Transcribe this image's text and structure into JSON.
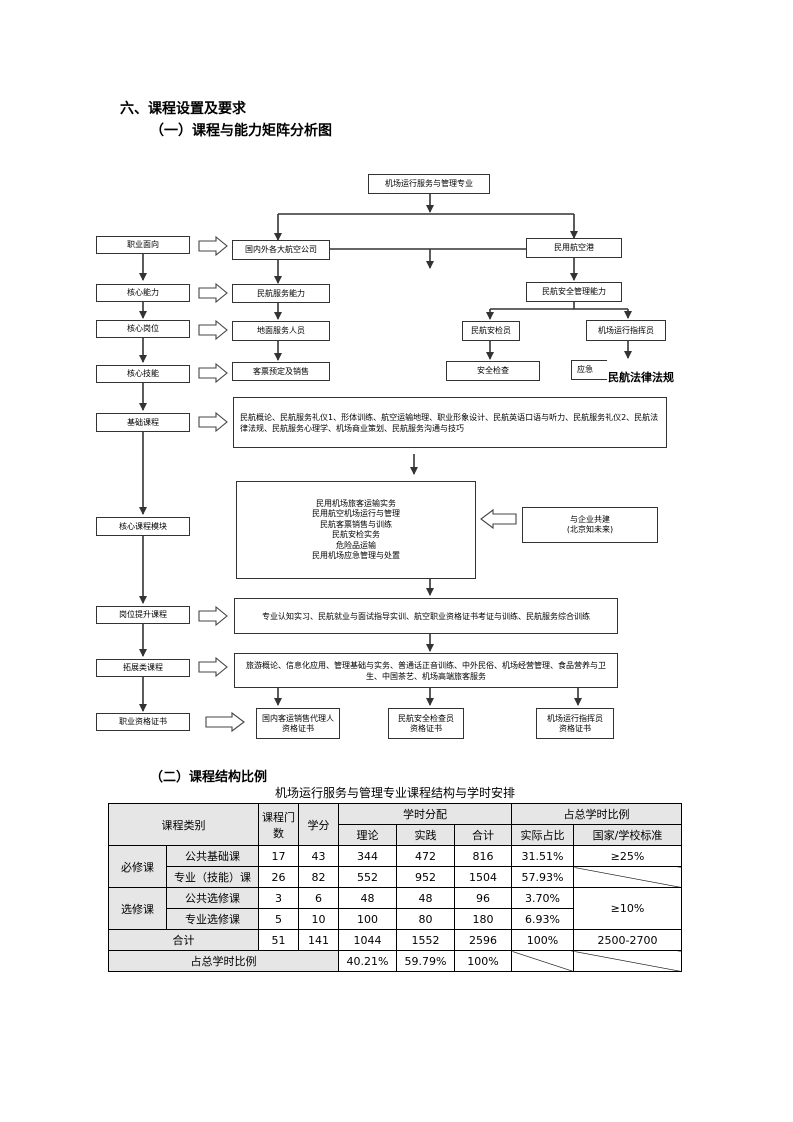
{
  "headings": {
    "section": "六、课程设置及要求",
    "matrix": "（一）课程与能力矩阵分析图",
    "structure": "（二）课程结构比例"
  },
  "flow": {
    "major": "机场运行服务与管理专业",
    "left_labels": [
      "职业面向",
      "核心能力",
      "核心岗位",
      "核心技能",
      "基础课程",
      "核心课程模块",
      "岗位提升课程",
      "拓展类课程",
      "职业资格证书"
    ],
    "orgs": [
      "国内外各大航空公司",
      "民用航空港"
    ],
    "abilities": [
      "民航服务能力",
      "民航安全管理能力"
    ],
    "positions": [
      "地面服务人员",
      "民航安检员",
      "机场运行指挥员"
    ],
    "skills": [
      "客票预定及销售",
      "安全检查",
      "应急"
    ],
    "law_note": "民航法律法规",
    "basic_courses": "民航概论、民航服务礼仪1、形体训练、航空运输地理、职业形象设计、民航英语口语与听力、民航服务礼仪2、民航法律法规、民航服务心理学、机场商业策划、民航服务沟通与技巧",
    "core_courses": [
      "民用机场旅客运输实务",
      "民用航空机场运行与管理",
      "民航客票销售与训练",
      "民航安检实务",
      "危险品运输",
      "民用机场应急管理与处置"
    ],
    "enterprise": [
      "与企业共建",
      "(北京知未来)"
    ],
    "promotion_courses": "专业认知实习、民航就业与面试指导实训、航空职业资格证书考证与训练、民航服务综合训练",
    "expansion_courses": "旅游概论、信息化应用、管理基础与实务、普通话正音训练、中外民俗、机场经营管理、食品营养与卫生、中国茶艺、机场高端旅客服务",
    "certificates": [
      [
        "国内客运销售代理人",
        "资格证书"
      ],
      [
        "民航安全检查员",
        "资格证书"
      ],
      [
        "机场运行指挥员",
        "资格证书"
      ]
    ]
  },
  "table": {
    "caption": "机场运行服务与管理专业课程结构与学时安排",
    "headers": {
      "category": "课程类别",
      "count": "课程门数",
      "credits": "学分",
      "hours": "学时分配",
      "theory": "理论",
      "practice": "实践",
      "total": "合计",
      "ratio": "占总学时比例",
      "actual": "实际占比",
      "standard": "国家/学校标准"
    },
    "groups": {
      "required": "必修课",
      "elective": "选修课"
    },
    "rows": [
      {
        "name": "公共基础课",
        "count": "17",
        "credits": "43",
        "theory": "344",
        "practice": "472",
        "total": "816",
        "actual": "31.51%",
        "standard": "≥25%"
      },
      {
        "name": "专业（技能）课",
        "count": "26",
        "credits": "82",
        "theory": "552",
        "practice": "952",
        "total": "1504",
        "actual": "57.93%",
        "standard": ""
      },
      {
        "name": "公共选修课",
        "count": "3",
        "credits": "6",
        "theory": "48",
        "practice": "48",
        "total": "96",
        "actual": "3.70%",
        "standard": "≥10%"
      },
      {
        "name": "专业选修课",
        "count": "5",
        "credits": "10",
        "theory": "100",
        "practice": "80",
        "total": "180",
        "actual": "6.93%",
        "standard": ""
      }
    ],
    "sum": {
      "name": "合计",
      "count": "51",
      "credits": "141",
      "theory": "1044",
      "practice": "1552",
      "total": "2596",
      "actual": "100%",
      "standard": "2500-2700"
    },
    "ratio_row": {
      "name": "占总学时比例",
      "theory": "40.21%",
      "practice": "59.79%",
      "total": "100%"
    }
  }
}
